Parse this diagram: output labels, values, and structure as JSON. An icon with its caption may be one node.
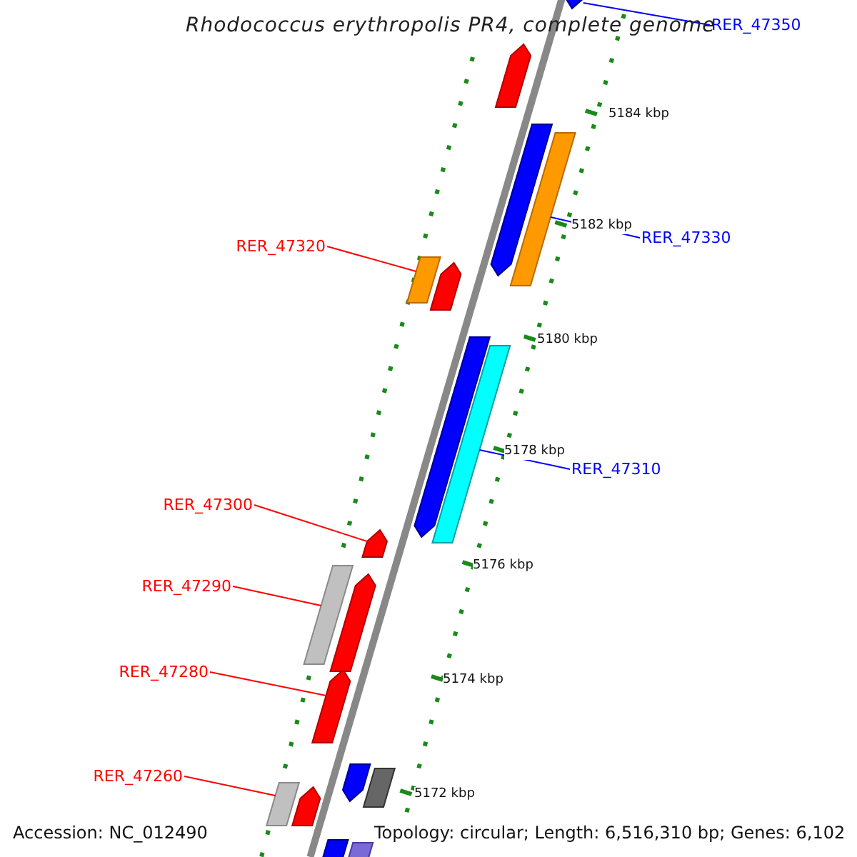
{
  "diagram": {
    "title": "Rhodococcus erythropolis PR4, complete genome",
    "nodes": [
      {
        "text": [
          "RER_47350"
        ]
      },
      {
        "text": [],
        "shape": "bar"
      },
      {
        "text": [
          "RER_47330"
        ]
      },
      {
        "text": [],
        "shape": "bar"
      },
      {
        "text": [
          "RER_47320"
        ]
      },
      {
        "text": [],
        "shape": "bar"
      },
      {
        "text": [
          "RER_47310"
        ]
      },
      {
        "text": [],
        "shape": "bar"
      },
      {
        "text": [
          "RER_47300"
        ]
      },
      {
        "text": [],
        "shape": "bar"
      },
      {
        "text": [
          "RER_47290"
        ]
      },
      {
        "text": [],
        "shape": "bar"
      },
      {
        "text": [
          "RER_47280"
        ]
      },
      {
        "text": [],
        "shape": "bar"
      },
      {
        "text": [
          "RER_47260"
        ]
      },
      {
        "text": [],
        "shape": "bar"
      },
      {
        "text": [],
        "shape": "bar"
      },
      {
        "text": [],
        "shape": "bar"
      },
      {
        "text": [],
        "shape": "bar"
      },
      {
        "text": [],
        "shape": "bar"
      },
      {
        "text": [],
        "shape": "bar"
      },
      {
        "text": [],
        "shape": "bar"
      },
      {
        "text": [],
        "shape": "bar"
      },
      {
        "text": [],
        "shape": "bar"
      },
      {
        "text": [],
        "shape": "bar"
      },
      {
        "text": [],
        "shape": "bar"
      }
    ],
    "edges": [
      {
        "from": 0,
        "to": 1,
        "arrow": "none",
        "color": "#0000ff"
      },
      {
        "from": 2,
        "to": 3,
        "arrow": "none",
        "color": "#0000ff"
      },
      {
        "from": 4,
        "to": 5,
        "arrow": "none"
      },
      {
        "from": 6,
        "to": 7,
        "arrow": "none",
        "color": "#0000ff"
      },
      {
        "from": 8,
        "to": 9,
        "arrow": "none"
      },
      {
        "from": 10,
        "to": 11,
        "arrow": "none"
      },
      {
        "from": 12,
        "to": 13,
        "arrow": "none"
      },
      {
        "from": 14,
        "to": 15,
        "arrow": "none"
      }
    ],
    "labels": [
      "5184 kbp",
      "5182 kbp",
      "5180 kbp",
      "5178 kbp",
      "5176 kbp",
      "5174 kbp",
      "5172 kbp",
      "Accession: NC_012490",
      "Topology: circular; Length: 6,516,310 bp; Genes: 6,102"
    ]
  }
}
